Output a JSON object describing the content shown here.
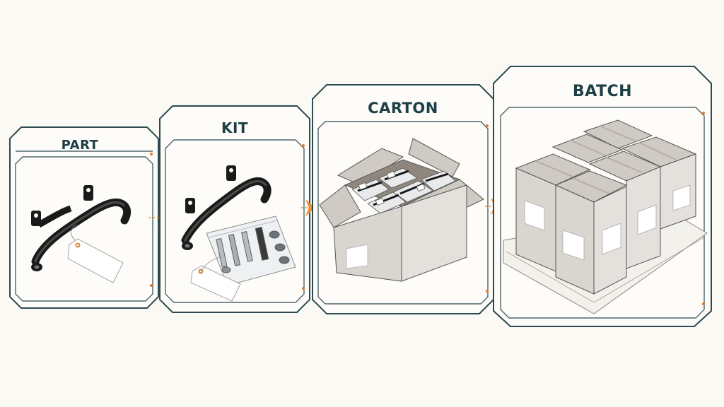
{
  "stages": [
    {
      "title": "PART"
    },
    {
      "title": "KIT"
    },
    {
      "title": "CARTON"
    },
    {
      "title": "BATCH"
    }
  ],
  "colors": {
    "frame": "#2c4a52",
    "title": "#1e3f47",
    "accent": "#f08a2a",
    "background": "#fbf9f4"
  },
  "icons": [
    "black-bracket-part-icon",
    "hang-tag-icon",
    "hardware-bag-icon",
    "open-carton-icon",
    "pallet-batch-icon",
    "flow-arrow-icon"
  ]
}
